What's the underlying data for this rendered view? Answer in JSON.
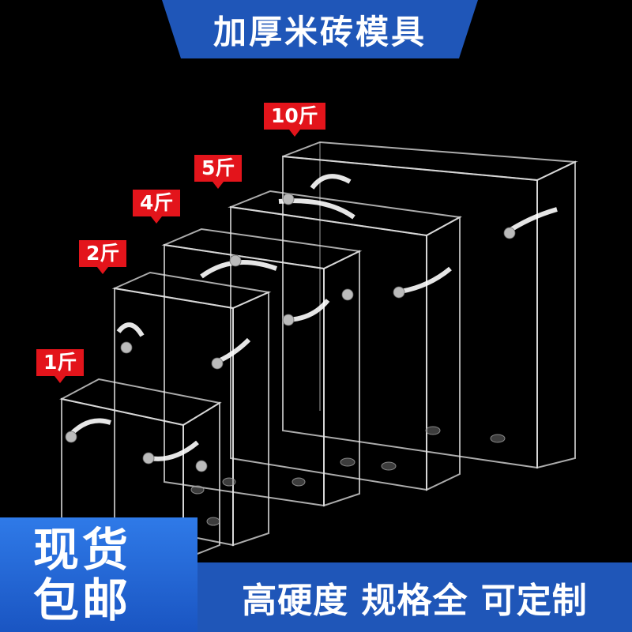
{
  "title": "加厚米砖模具",
  "size_tags": [
    "10斤",
    "5斤",
    "4斤",
    "2斤",
    "1斤"
  ],
  "bottom_slogan": "高硬度 规格全 可定制",
  "promo_line1": "现货",
  "promo_line2": "包邮",
  "colors": {
    "banner_blue": "#1f56b8",
    "promo_blue": "#2f7ae8",
    "tag_red": "#e3141b",
    "background": "#000000"
  }
}
